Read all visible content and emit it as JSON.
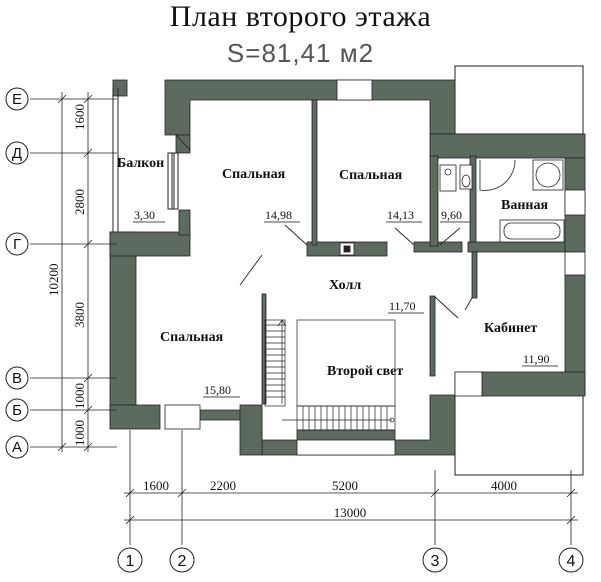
{
  "title": "План второго этажа",
  "area": "S=81,41 м2",
  "rooms": [
    {
      "id": "bedroom-1",
      "name": "Спальная",
      "area": "14,98"
    },
    {
      "id": "bedroom-2",
      "name": "Спальная",
      "area": "14,13"
    },
    {
      "id": "bedroom-3",
      "name": "Спальная",
      "area": "15,80"
    },
    {
      "id": "balcony",
      "name": "Балкон",
      "area": "3,30"
    },
    {
      "id": "bathroom",
      "name": "Ванная",
      "area": "9,60"
    },
    {
      "id": "hall",
      "name": "Холл",
      "area": "11,70"
    },
    {
      "id": "study",
      "name": "Кабинет",
      "area": "11,90"
    },
    {
      "id": "second-light",
      "name": "Второй свет",
      "area": ""
    }
  ],
  "axes_letters": [
    "Е",
    "Д",
    "Г",
    "В",
    "Б",
    "А"
  ],
  "axes_numbers": [
    "1",
    "2",
    "3",
    "4"
  ],
  "dims_vertical": [
    "1600",
    "2800",
    "3800",
    "1000",
    "1000"
  ],
  "dims_vertical_total": "10200",
  "dims_horizontal": [
    "1600",
    "2200",
    "5200",
    "4000"
  ],
  "dims_horizontal_total": "13000",
  "colors": {
    "wall": "#5d6b5f",
    "line": "#222"
  }
}
